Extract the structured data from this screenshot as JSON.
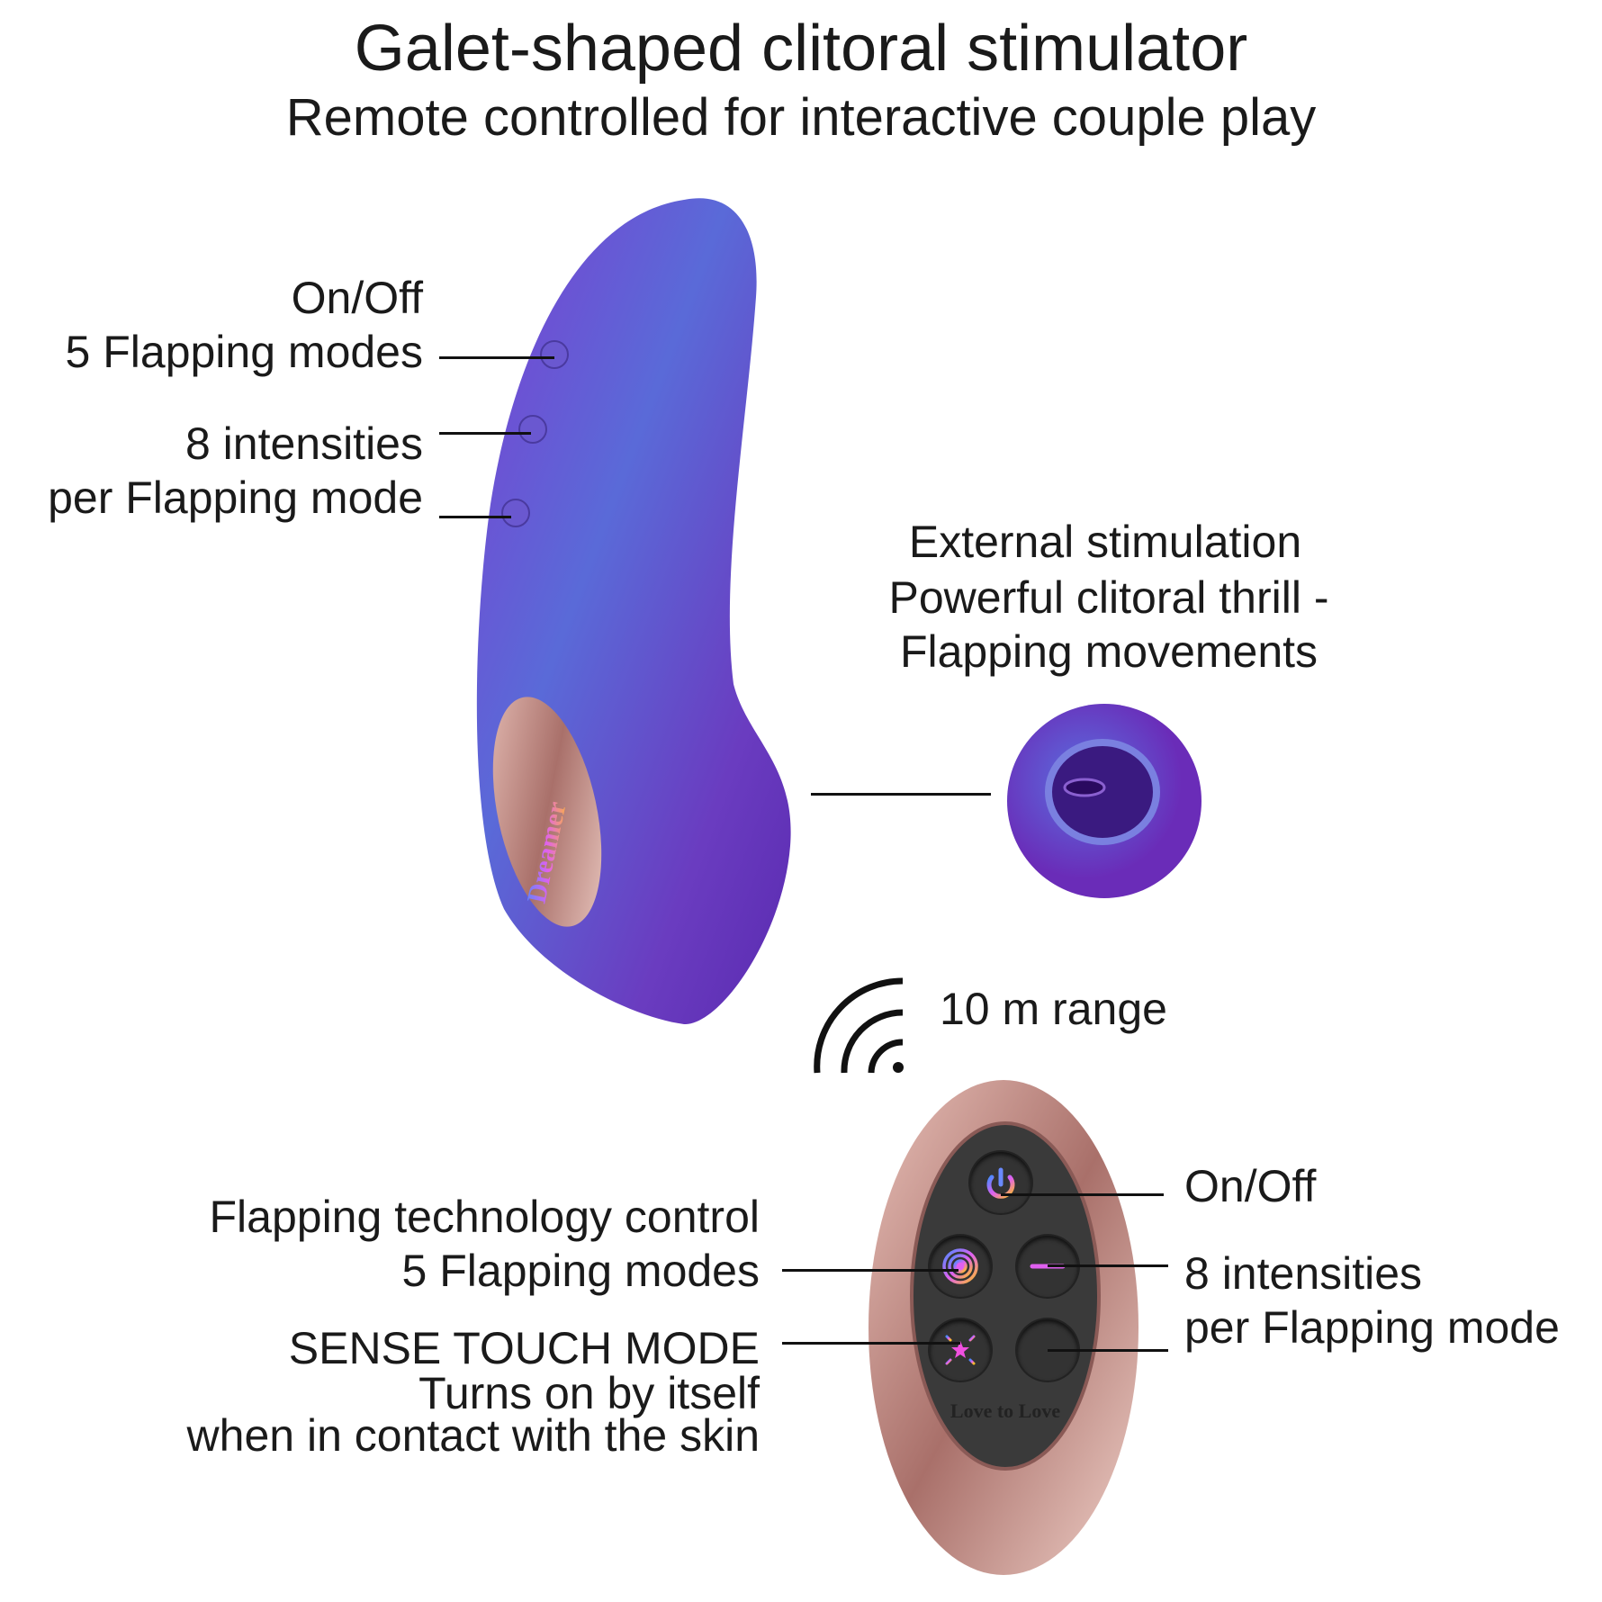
{
  "title": "Galet-shaped clitoral stimulator",
  "subtitle": "Remote controlled for interactive couple play",
  "device_labels": {
    "on_off": "On/Off",
    "modes": "5 Flapping modes",
    "intensities": "8 intensities",
    "per_mode": "per Flapping mode",
    "brand": "Dreamer"
  },
  "stimulation": {
    "line1": "External stimulation",
    "line2": "Powerful clitoral thrill -",
    "line3": "Flapping movements"
  },
  "range": "10 m range",
  "remote": {
    "left": {
      "tech": "Flapping technology control",
      "modes": "5 Flapping modes",
      "sense": "SENSE TOUCH MODE",
      "turns": "Turns on by itself",
      "contact": "when in contact with the skin"
    },
    "right": {
      "on_off": "On/Off",
      "intensities": "8 intensities",
      "per_mode": "per Flapping mode"
    },
    "brand": "Love to Love"
  },
  "colors": {
    "device": "#6a3cc0",
    "remote_shell": "#c9948f",
    "remote_face": "#3a3a3a"
  }
}
